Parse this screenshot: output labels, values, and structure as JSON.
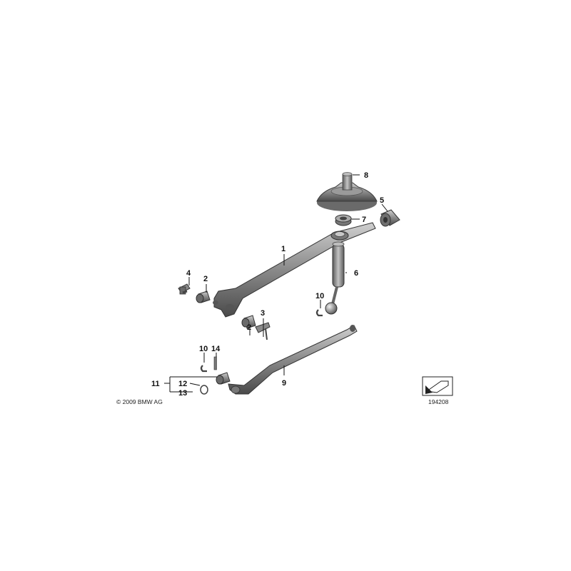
{
  "colors": {
    "part_dark": "#4a4a4a",
    "part_mid": "#8c8c8c",
    "part_light": "#c9c9c9",
    "line": "#111111",
    "background": "#ffffff"
  },
  "labels": {
    "p1": "1",
    "p2a": "2",
    "p2b": "2",
    "p3": "3",
    "p4": "4",
    "p5": "5",
    "p6": "6",
    "p7": "7",
    "p8": "8",
    "p9": "9",
    "p10a": "10",
    "p10b": "10",
    "p11": "11",
    "p12": "12",
    "p13": "13",
    "p14": "14"
  },
  "footer": {
    "copyright": "© 2009 BMW AG",
    "diagram_number": "194208"
  },
  "icons": {
    "orientation": "orientation-arrow-icon"
  }
}
